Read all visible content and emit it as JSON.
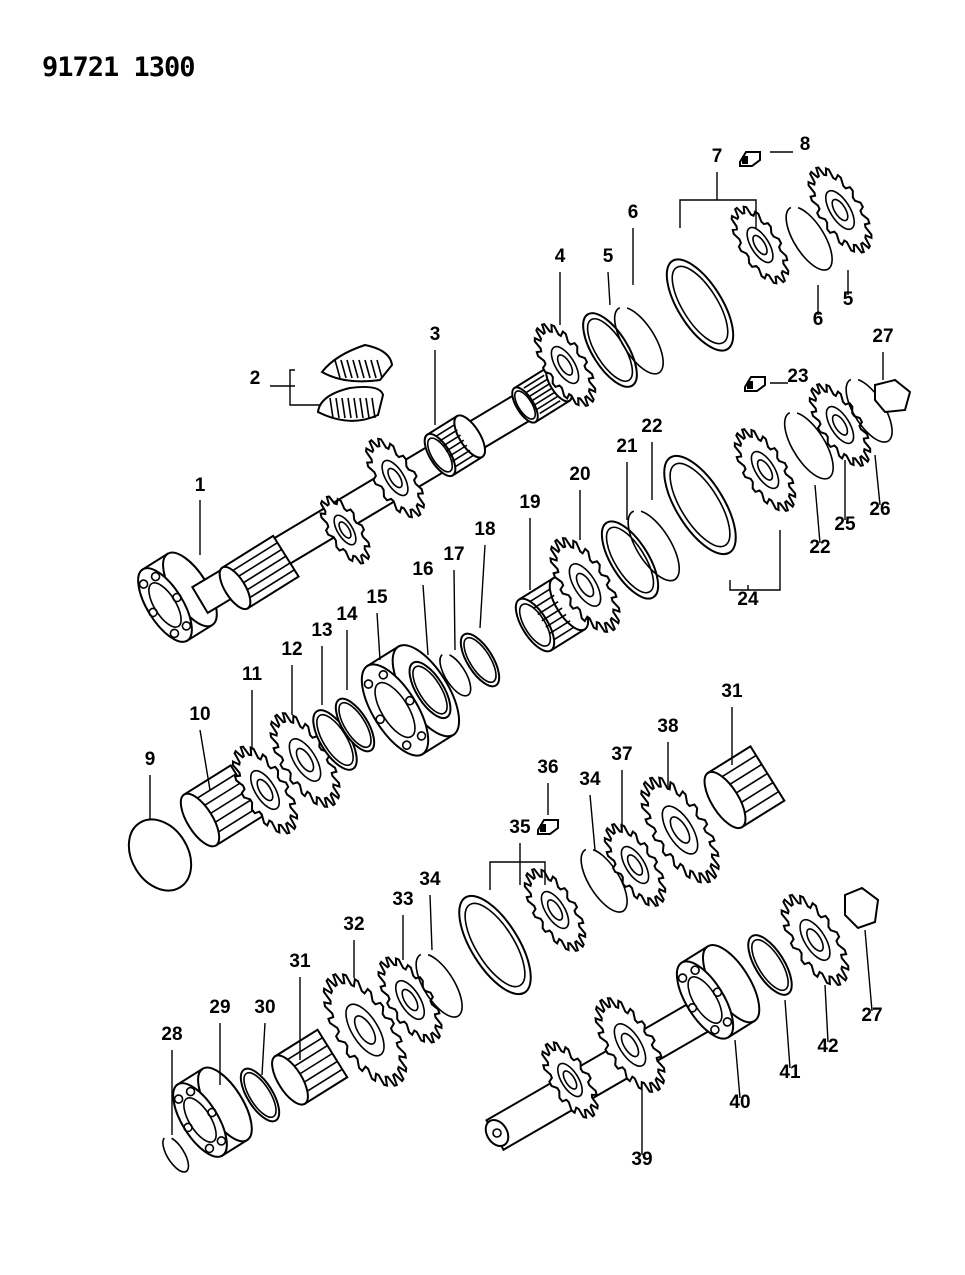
{
  "document": {
    "id": "91721 1300"
  },
  "callouts": [
    {
      "label": "1"
    },
    {
      "label": "2"
    },
    {
      "label": "3"
    },
    {
      "label": "4"
    },
    {
      "label": "5"
    },
    {
      "label": "6"
    },
    {
      "label": "7"
    },
    {
      "label": "8"
    },
    {
      "label": "6"
    },
    {
      "label": "5"
    },
    {
      "label": "27"
    },
    {
      "label": "23"
    },
    {
      "label": "9"
    },
    {
      "label": "10"
    },
    {
      "label": "11"
    },
    {
      "label": "12"
    },
    {
      "label": "13"
    },
    {
      "label": "14"
    },
    {
      "label": "15"
    },
    {
      "label": "16"
    },
    {
      "label": "17"
    },
    {
      "label": "18"
    },
    {
      "label": "19"
    },
    {
      "label": "20"
    },
    {
      "label": "21"
    },
    {
      "label": "22"
    },
    {
      "label": "22"
    },
    {
      "label": "25"
    },
    {
      "label": "26"
    },
    {
      "label": "24"
    },
    {
      "label": "31"
    },
    {
      "label": "38"
    },
    {
      "label": "37"
    },
    {
      "label": "36"
    },
    {
      "label": "34"
    },
    {
      "label": "35"
    },
    {
      "label": "34"
    },
    {
      "label": "33"
    },
    {
      "label": "32"
    },
    {
      "label": "31"
    },
    {
      "label": "30"
    },
    {
      "label": "29"
    },
    {
      "label": "28"
    },
    {
      "label": "39"
    },
    {
      "label": "40"
    },
    {
      "label": "41"
    },
    {
      "label": "42"
    },
    {
      "label": "27"
    }
  ]
}
